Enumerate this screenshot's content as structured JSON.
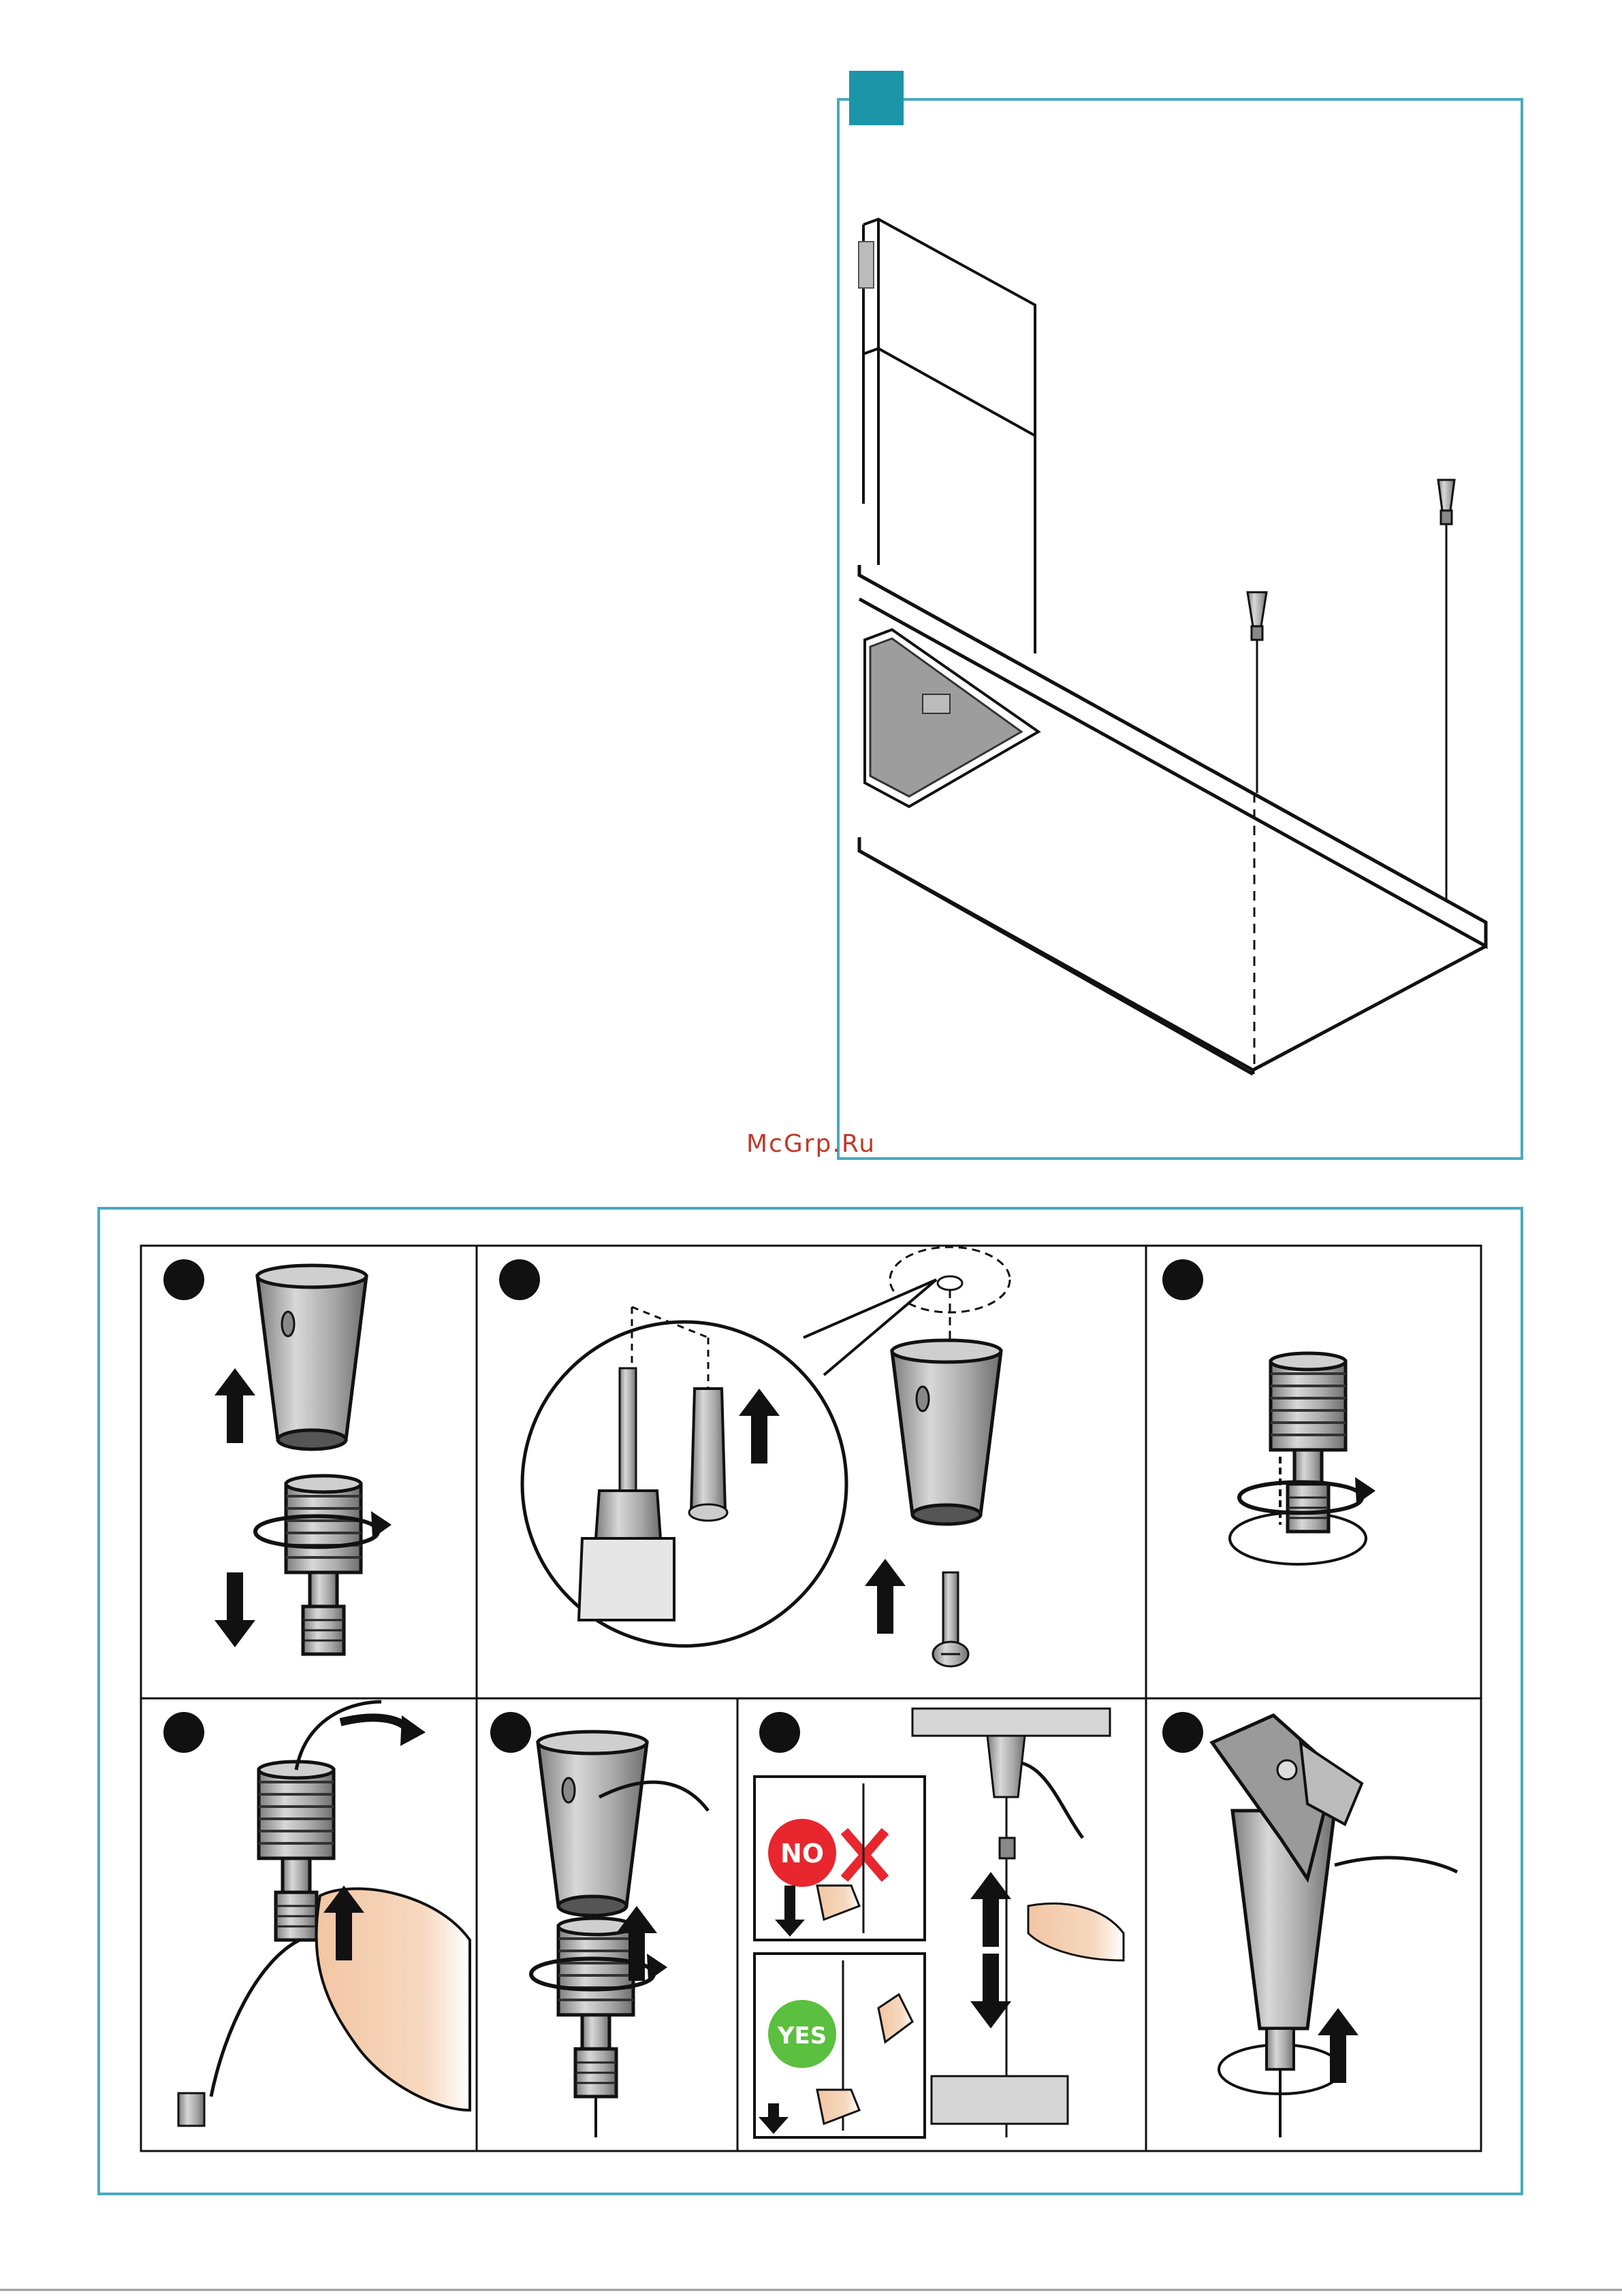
{
  "watermark": "McGrp.Ru",
  "top_panel": {
    "corner_marker_color": "#1d95a8",
    "frame_color": "#4aa9c0",
    "icons": [
      "hood-chimney-icon",
      "hood-canopy-icon",
      "filter-grille-icon",
      "ceiling-cable-holder-icon"
    ]
  },
  "steps_panel": {
    "frame_color": "#4aa9c0",
    "badges": {
      "no_label": "NO",
      "no_color": "#e8262e",
      "yes_label": "YES",
      "yes_color": "#5bbf3f"
    },
    "icons": [
      "cone-holder-icon",
      "threaded-insert-icon",
      "rotate-arrow-icon",
      "up-arrow-icon",
      "down-arrow-icon",
      "drill-icon",
      "wall-plug-icon",
      "screw-icon",
      "magnifier-callout-icon",
      "hand-icon",
      "cable-icon",
      "pliers-icon",
      "cross-icon"
    ]
  }
}
